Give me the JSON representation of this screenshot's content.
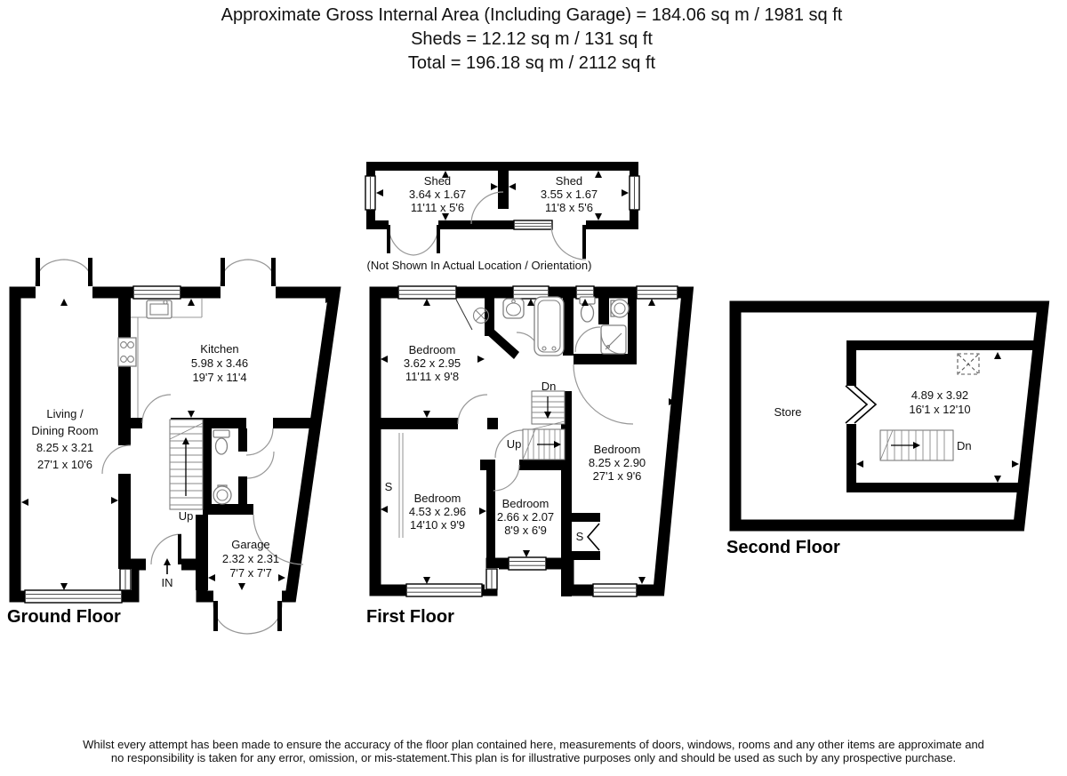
{
  "header": {
    "line1": "Approximate Gross Internal Area (Including Garage) = 184.06 sq m / 1981 sq ft",
    "line2": "Sheds = 12.12 sq m / 131 sq ft",
    "line3": "Total = 196.18 sq m / 2112 sq ft"
  },
  "sheds": {
    "caption": "(Not Shown In Actual Location / Orientation)",
    "shed1": {
      "name": "Shed",
      "metric": "3.64 x 1.67",
      "imperial": "11'11 x 5'6"
    },
    "shed2": {
      "name": "Shed",
      "metric": "3.55 x 1.67",
      "imperial": "11'8 x 5'6"
    }
  },
  "ground_floor": {
    "title": "Ground Floor",
    "kitchen": {
      "name": "Kitchen",
      "metric": "5.98 x 3.46",
      "imperial": "19'7 x 11'4"
    },
    "living": {
      "name_line1": "Living /",
      "name_line2": "Dining Room",
      "metric": "8.25 x 3.21",
      "imperial": "27'1 x 10'6"
    },
    "garage": {
      "name": "Garage",
      "metric": "2.32 x 2.31",
      "imperial": "7'7 x 7'7"
    },
    "up_label": "Up",
    "in_label": "IN"
  },
  "first_floor": {
    "title": "First Floor",
    "bedroom1": {
      "name": "Bedroom",
      "metric": "3.62 x 2.95",
      "imperial": "11'11 x 9'8"
    },
    "bedroom2": {
      "name": "Bedroom",
      "metric": "4.53 x 2.96",
      "imperial": "14'10 x 9'9"
    },
    "bedroom3": {
      "name": "Bedroom",
      "metric": "2.66 x 2.07",
      "imperial": "8'9 x 6'9"
    },
    "bedroom4": {
      "name": "Bedroom",
      "metric": "8.25 x 2.90",
      "imperial": "27'1 x 9'6"
    },
    "up_label": "Up",
    "dn_label": "Dn",
    "storage1_label": "S",
    "storage2_label": "S"
  },
  "second_floor": {
    "title": "Second Floor",
    "loft_room": {
      "metric": "4.89 x 3.92",
      "imperial": "16'1 x 12'10"
    },
    "store": {
      "name": "Store"
    },
    "dn_label": "Dn"
  },
  "footer": {
    "line1": "Whilst every attempt has been made to ensure the accuracy of the floor plan contained here, measurements of doors, windows, rooms and any other items are approximate and",
    "line2": "no responsibility is taken for any error, omission, or mis-statement.This plan is for illustrative purposes only and should be used as such by any prospective purchase."
  },
  "colors": {
    "wall": "#000000",
    "fixture": "#818181",
    "door_arc": "#979797",
    "background": "#ffffff",
    "text": "#111111"
  }
}
